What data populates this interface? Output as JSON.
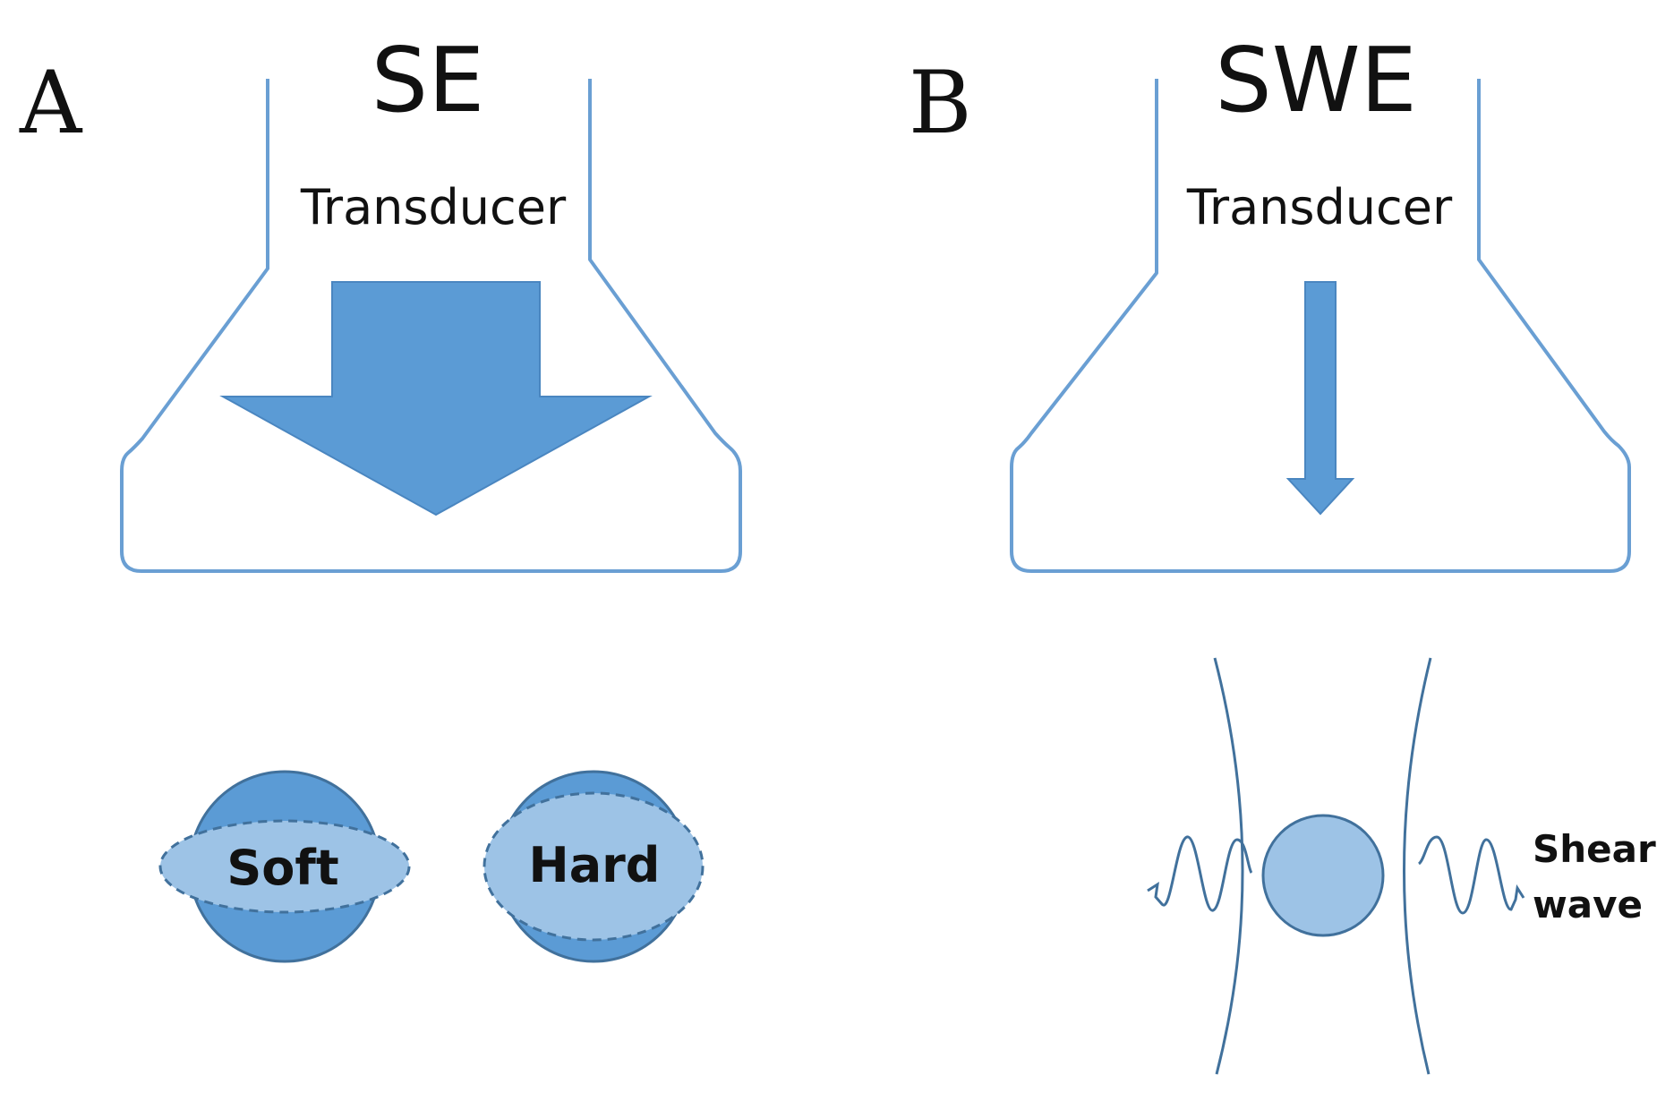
{
  "panel_a": {
    "letter": "A",
    "title": "SE",
    "transducer_label": "Transducer",
    "objects": [
      {
        "label": "Soft"
      },
      {
        "label": "Hard"
      }
    ]
  },
  "panel_b": {
    "letter": "B",
    "title": "SWE",
    "transducer_label": "Transducer",
    "shear_wave_label_line1": "Shear",
    "shear_wave_label_line2": "wave"
  },
  "colors": {
    "outline": "#6a9fd3",
    "arrow_fill": "#5b9bd5",
    "sphere_fill": "#5b9bd5",
    "ellipse_fill": "#9dc3e6",
    "stroke_dark": "#41719c"
  }
}
